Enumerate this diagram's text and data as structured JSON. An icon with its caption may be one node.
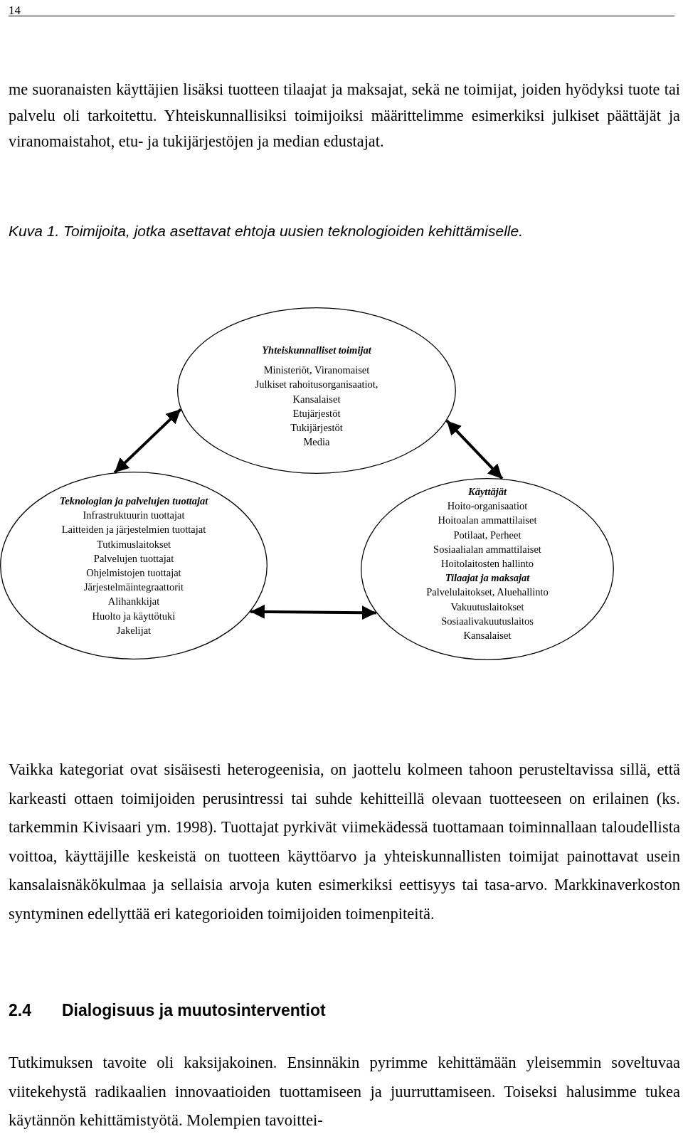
{
  "diagram": {
    "caption": "Kuva 1. Toimijoita, jotka asettavat ehtoja uusien teknologioiden kehittämiselle.",
    "nodes": [
      {
        "text": [
          "Yhteiskunnalliset toimijat",
          "Ministeriöt, Viranomaiset",
          "Julkiset rahoitusorganisaatiot,",
          "Kansalaiset",
          "Etujärjestöt",
          "Tukijärjestöt",
          "Media"
        ]
      },
      {
        "text": [
          "Teknologian ja palvelujen tuottajat",
          "Infrastruktuurin tuottajat",
          "Laitteiden ja järjestelmien tuottajat",
          "Tutkimuslaitokset",
          "Palvelujen tuottajat",
          "Ohjelmistojen tuottajat",
          "Järjestelmäintegraattorit",
          "Alihankkijat",
          "Huolto ja käyttötuki",
          "Jakelijat"
        ]
      },
      {
        "text": [
          "Käyttäjät",
          "Hoito-organisaatiot",
          "Hoitoalan ammattilaiset",
          "Potilaat, Perheet",
          "Sosiaalialan ammattilaiset",
          "Hoitolaitosten hallinto",
          "Tilaajat ja maksajat",
          "Palvelulaitokset, Aluehallinto",
          "Vakuutuslaitokset",
          "Sosiaalivakuutuslaitos",
          "Kansalaiset"
        ]
      }
    ],
    "edges": [
      {
        "from": 0,
        "to": 1,
        "arrow": "both"
      },
      {
        "from": 0,
        "to": 2,
        "arrow": "both"
      },
      {
        "from": 1,
        "to": 2,
        "arrow": "both"
      }
    ],
    "labels": [
      "14",
      "me suoranaisten käyttäjien lisäksi tuotteen tilaajat ja maksajat, sekä ne toimijat, joiden hyödyksi tuote tai palvelu oli tarkoitettu. Yhteiskunnallisiksi toimijoiksi määrittelimme esimerkiksi julkiset päättäjät ja viranomaistahot, etu- ja tukijärjestöjen ja median edustajat.",
      "Vaikka kategoriat ovat sisäisesti heterogeenisia, on jaottelu kolmeen tahoon perusteltavissa sillä, että karkeasti ottaen toimijoiden perusintressi tai suhde kehitteillä olevaan tuotteeseen on erilainen (ks. tarkemmin Kivisaari ym. 1998). Tuottajat pyrkivät viimekädessä tuottamaan toiminnallaan taloudellista voittoa, käyttäjille keskeistä on tuotteen käyttöarvo ja yhteiskunnallisten toimijat painottavat usein kansalaisnäkökulmaa ja sellaisia arvoja kuten esimerkiksi eettisyys tai tasa-arvo. Markkinaverkoston syntyminen edellyttää eri kategorioiden toimijoiden toimenpiteitä.",
      "2.4",
      "Dialogisuus ja muutosinterventiot",
      "Tutkimuksen tavoite oli kaksijakoinen. Ensinnäkin pyrimme kehittämään yleisemmin soveltuvaa viitekehystä radikaalien innovaatioiden tuottamiseen ja juurruttamiseen. Toiseksi halusimme tukea käytännön kehittämistyötä. Molempien tavoittei-"
    ]
  }
}
